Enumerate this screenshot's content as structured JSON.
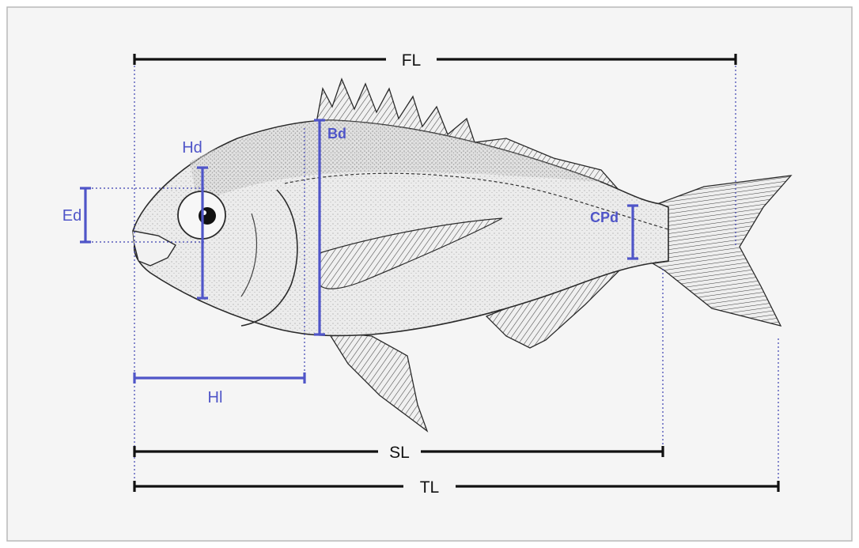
{
  "colors": {
    "background": "#f5f5f5",
    "frame": "#b9b9b9",
    "black_measure": "#111111",
    "blue_measure": "#4f55c8",
    "guide_dots": "#3b3fb0",
    "fish_body": "#e9e9e9",
    "fish_outline": "#2a2a2a"
  },
  "labels": {
    "fl": "FL",
    "sl": "SL",
    "tl": "TL",
    "hl": "Hl",
    "hd": "Hd",
    "ed": "Ed",
    "bd": "Bd",
    "cpd": "CPd"
  },
  "illustration": {
    "subject": "fish-drawing",
    "icon": "fish-icon"
  }
}
